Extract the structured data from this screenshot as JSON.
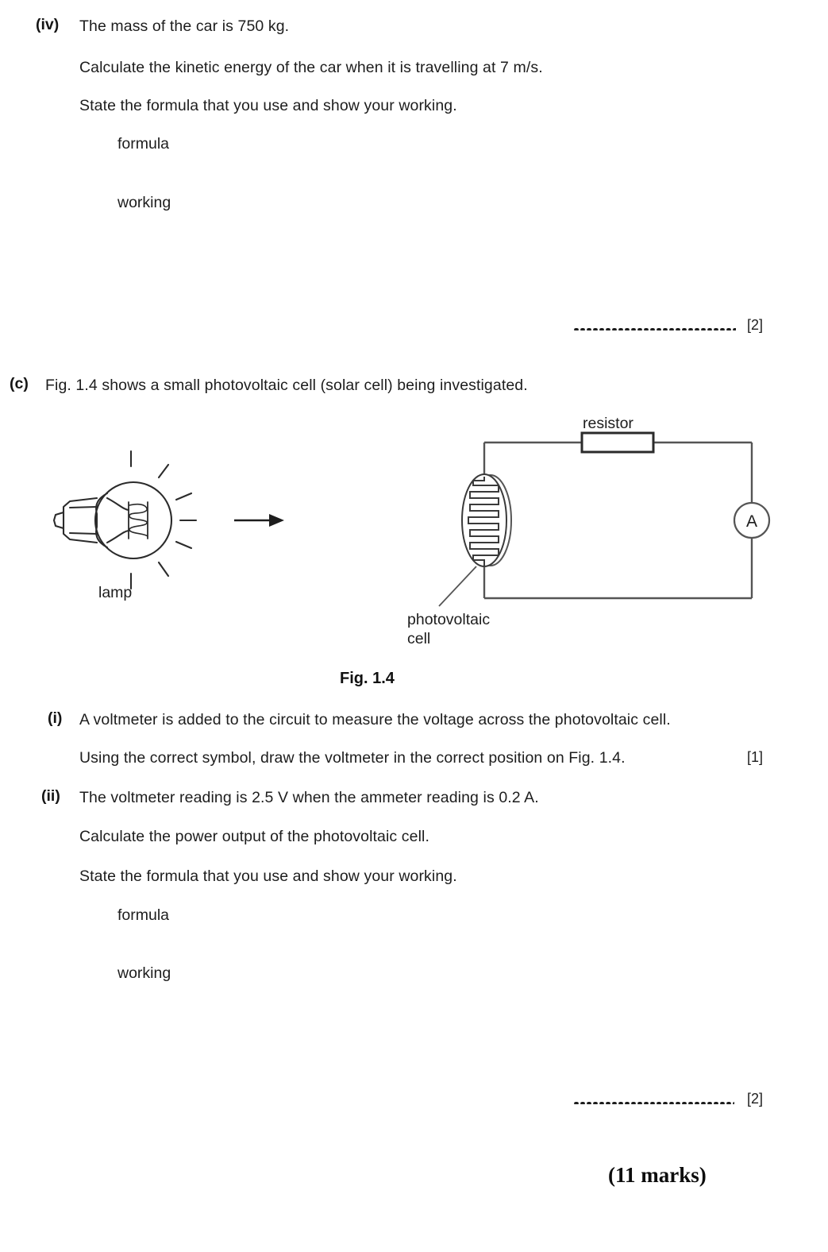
{
  "page": {
    "background": "#ffffff",
    "ink": "#1d1d1d"
  },
  "part_iv": {
    "marker": "(iv)",
    "lines": [
      "The mass of the car is 750 kg.",
      "Calculate the kinetic energy of the car when it is travelling at 7 m/s.",
      "State the formula that you use and show your working."
    ],
    "formula_label": "formula",
    "working_label": "working",
    "marks": "[2]"
  },
  "part_c": {
    "marker": "(c)",
    "intro": "Fig. 1.4 shows a small photovoltaic cell (solar cell) being investigated.",
    "figure": {
      "caption": "Fig. 1.4",
      "lamp_label": "lamp",
      "resistor_label": "resistor",
      "ammeter_symbol": "A",
      "cell_label_line1": "photovoltaic",
      "cell_label_line2": "cell"
    },
    "sub_i": {
      "marker": "(i)",
      "line1": "A voltmeter is added to the circuit to measure the voltage across the photovoltaic cell.",
      "line2": "Using the correct symbol, draw the voltmeter in the correct position on Fig. 1.4.",
      "marks": "[1]"
    },
    "sub_ii": {
      "marker": "(ii)",
      "line1": "The voltmeter reading is 2.5 V when the ammeter reading is 0.2 A.",
      "line2": "Calculate the power output of the photovoltaic cell.",
      "line3": "State the formula that you use and show your working.",
      "formula_label": "formula",
      "working_label": "working",
      "marks": "[2]"
    }
  },
  "footer": {
    "total_marks": "(11 marks)"
  }
}
